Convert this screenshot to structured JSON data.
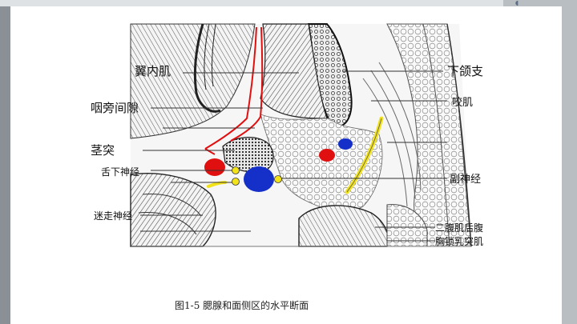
{
  "figure": {
    "caption": "图1-5   腮腺和面侧区的水平断面",
    "labels_left": {
      "pterygoid": "翼内肌",
      "parapharyngeal": "咽旁间隙",
      "styloid": "茎突",
      "hypoglossal": "舌下神经",
      "vagus": "迷走神经"
    },
    "labels_right": {
      "mandible_ramus": "下颌支",
      "masseter": "咬肌",
      "accessory_nerve": "副神经",
      "digastric_posterior": "二腹肌后腹",
      "sternocleidomastoid": "胸锁乳突肌"
    }
  },
  "colors": {
    "artery": "#e01010",
    "vein": "#1530c8",
    "nerve": "#f2e21a",
    "outline": "#e01010"
  }
}
